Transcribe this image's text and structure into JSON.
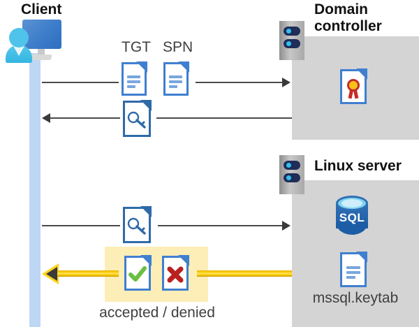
{
  "diagram": {
    "type": "kerberos-authentication-flow",
    "client": {
      "title": "Client",
      "icon": "user-computer-icon"
    },
    "nodes": [
      {
        "id": "domain-controller",
        "title": "Domain controller",
        "icon": "server-tower-icon",
        "contents": [
          {
            "icon": "certificate-document-icon",
            "label": ""
          }
        ]
      },
      {
        "id": "linux-server",
        "title": "Linux server",
        "icon": "server-tower-icon",
        "contents": [
          {
            "icon": "sql-database-icon",
            "label": "SQL"
          },
          {
            "icon": "text-document-icon",
            "label": "mssql.keytab"
          }
        ]
      }
    ],
    "messages": [
      {
        "id": "msg-1",
        "direction": "right",
        "labels": [
          "TGT",
          "SPN"
        ],
        "icons": [
          "text-document-icon",
          "text-document-icon"
        ]
      },
      {
        "id": "msg-2",
        "direction": "left",
        "labels": [],
        "icons": [
          "key-document-icon"
        ]
      },
      {
        "id": "msg-3",
        "direction": "right",
        "labels": [],
        "icons": [
          "key-document-icon"
        ]
      },
      {
        "id": "msg-4",
        "direction": "left",
        "labels": [],
        "icons": [
          "accepted-document-icon",
          "denied-document-icon"
        ],
        "caption": "accepted / denied",
        "highlighted": true,
        "accent": "#ffd21a"
      }
    ],
    "labels": {
      "tgt": "TGT",
      "spn": "SPN",
      "accepted_denied": "accepted / denied",
      "keytab": "mssql.keytab",
      "sql": "SQL"
    },
    "colors": {
      "panel": "#d4d4d4",
      "lifeline": "#bdd7f5",
      "doc_blue": "#3f7fd0",
      "doc_blue_dark": "#2f6aa8",
      "highlight": "#fdeeb8",
      "yellow_arrow": "#ffd21a",
      "arrow_gray": "#4a4a4a",
      "sql_blue": "#1c5da6",
      "check_green": "#6bbf3f",
      "cross_red": "#b9201e"
    }
  }
}
